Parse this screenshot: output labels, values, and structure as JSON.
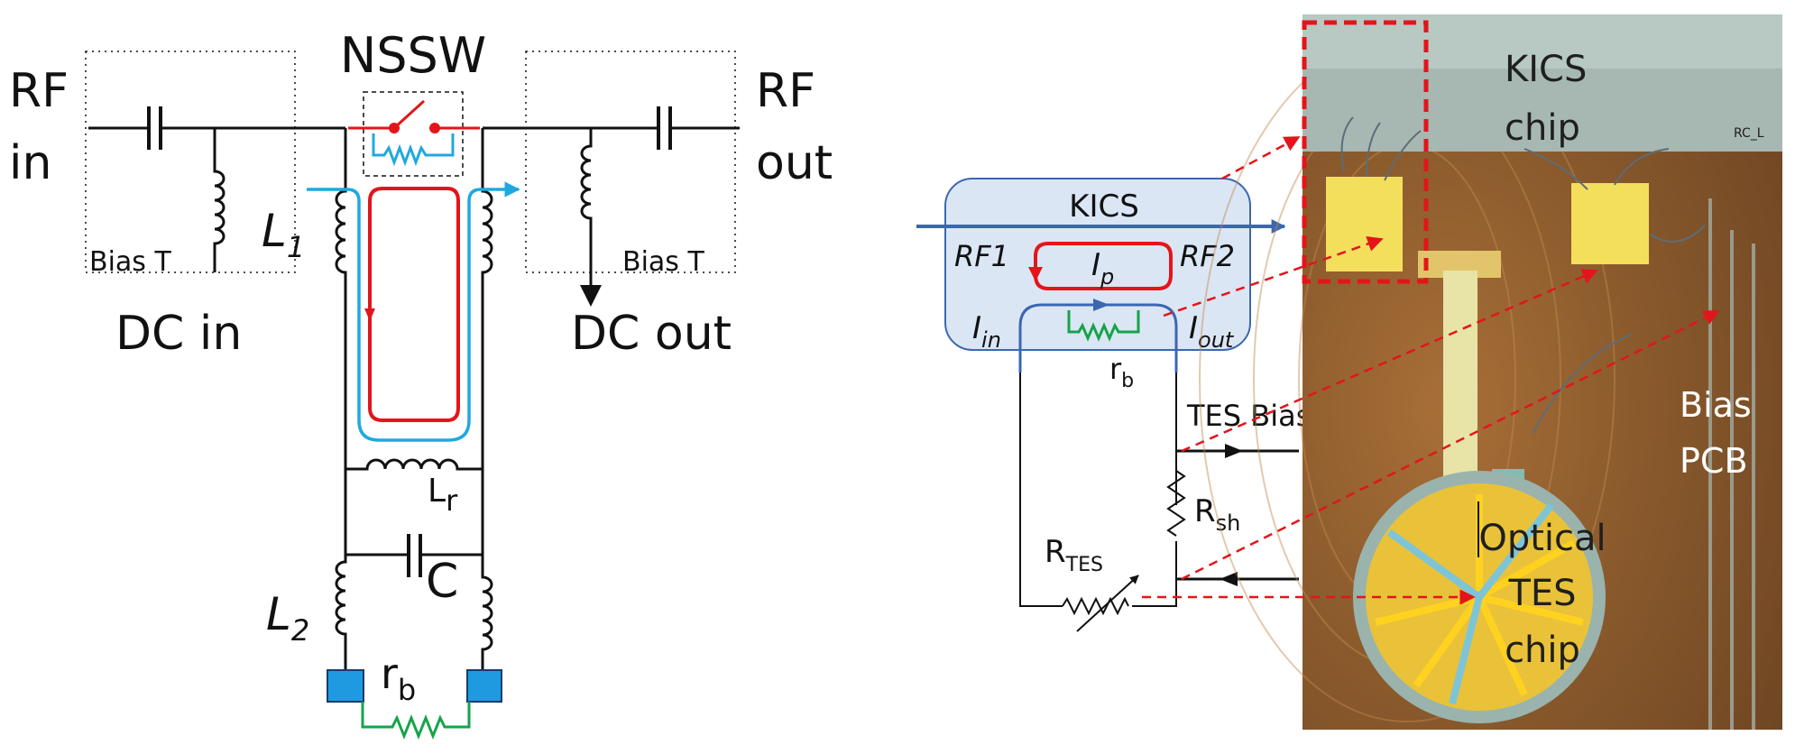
{
  "colors": {
    "wire": "#111111",
    "red": "#e3151a",
    "blue_loop": "#1fa8e0",
    "resistor_green": "#16a34a",
    "kics_box_fill": "#dbe6f5",
    "kics_box_stroke": "#3b67b0",
    "pad_blue": "#1e9be0",
    "photo_bg": "#8b5a2b",
    "tes_gold": "#e9c23a"
  },
  "left": {
    "nssw": "NSSW",
    "rf_in_1": "RF",
    "rf_in_2": "in",
    "rf_out_1": "RF",
    "rf_out_2": "out",
    "bias_t_left": "Bias T",
    "bias_t_right": "Bias T",
    "dc_in": "DC in",
    "dc_out": "DC out",
    "l1": "L",
    "l1_sub": "1",
    "l2": "L",
    "l2_sub": "2",
    "lr": "L",
    "lr_sub": "r",
    "c": "C",
    "rb": "r",
    "rb_sub": "b"
  },
  "middle": {
    "kics": "KICS",
    "rf1": "RF1",
    "rf2": "RF2",
    "ip": "I",
    "ip_sub": "p",
    "iin": "I",
    "iin_sub": "in",
    "iout": "I",
    "iout_sub": "out",
    "rb": "r",
    "rb_sub": "b",
    "tes_bias": "TES Bias",
    "rsh": "R",
    "rsh_sub": "sh",
    "rtes": "R",
    "rtes_sub": "TES"
  },
  "photo": {
    "kics_chip_1": "KICS",
    "kics_chip_2": "chip",
    "bias_pcb_1": "Bias",
    "bias_pcb_2": "PCB",
    "optical_1": "Optical",
    "optical_2": "TES",
    "optical_3": "chip",
    "corner_mark": "RC_L"
  }
}
